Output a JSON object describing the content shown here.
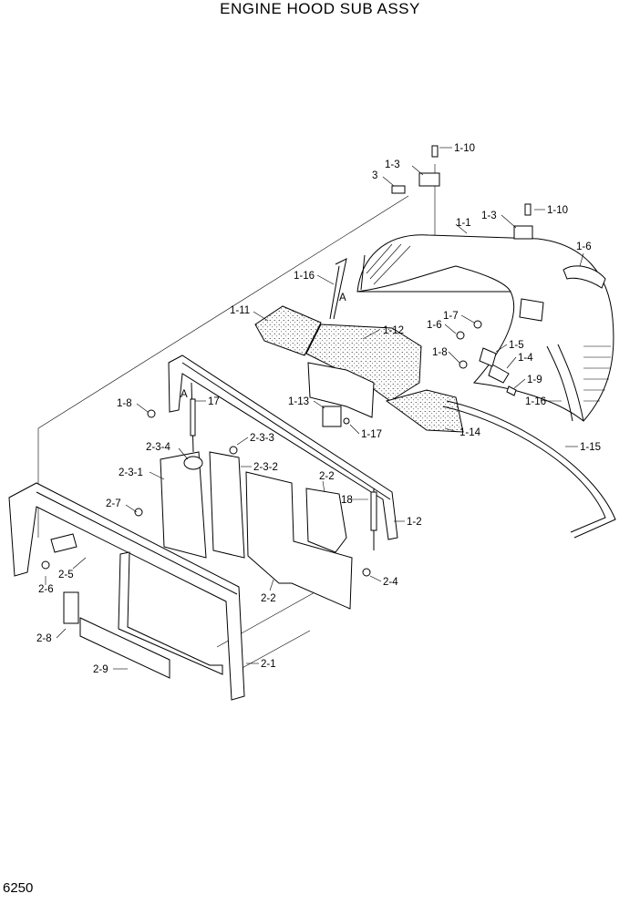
{
  "title": "ENGINE HOOD SUB ASSY",
  "page_number": "6250",
  "detail_marker": "A",
  "callouts": [
    {
      "id": "c-1-10a",
      "label": "1-10"
    },
    {
      "id": "c-1-3a",
      "label": "1-3"
    },
    {
      "id": "c-3",
      "label": "3"
    },
    {
      "id": "c-1-3b",
      "label": "1-3"
    },
    {
      "id": "c-1-10b",
      "label": "1-10"
    },
    {
      "id": "c-1-1",
      "label": "1-1"
    },
    {
      "id": "c-1-6a",
      "label": "1-6"
    },
    {
      "id": "c-1-16a",
      "label": "1-16"
    },
    {
      "id": "c-1-11",
      "label": "1-11"
    },
    {
      "id": "c-1-12",
      "label": "1-12"
    },
    {
      "id": "c-1-6b",
      "label": "1-6"
    },
    {
      "id": "c-1-7",
      "label": "1-7"
    },
    {
      "id": "c-1-5",
      "label": "1-5"
    },
    {
      "id": "c-1-8a",
      "label": "1-8"
    },
    {
      "id": "c-1-4",
      "label": "1-4"
    },
    {
      "id": "c-1-9",
      "label": "1-9"
    },
    {
      "id": "c-1-16b",
      "label": "1-16"
    },
    {
      "id": "c-1-8b",
      "label": "1-8"
    },
    {
      "id": "c-17",
      "label": "17"
    },
    {
      "id": "c-1-13",
      "label": "1-13"
    },
    {
      "id": "c-1-17",
      "label": "1-17"
    },
    {
      "id": "c-1-14",
      "label": "1-14"
    },
    {
      "id": "c-1-15",
      "label": "1-15"
    },
    {
      "id": "c-2-3-3",
      "label": "2-3-3"
    },
    {
      "id": "c-2-3-4",
      "label": "2-3-4"
    },
    {
      "id": "c-2-3-2",
      "label": "2-3-2"
    },
    {
      "id": "c-2-3-1",
      "label": "2-3-1"
    },
    {
      "id": "c-2-2a",
      "label": "2-2"
    },
    {
      "id": "c-18",
      "label": "18"
    },
    {
      "id": "c-2-7",
      "label": "2-7"
    },
    {
      "id": "c-1-2",
      "label": "1-2"
    },
    {
      "id": "c-2-5",
      "label": "2-5"
    },
    {
      "id": "c-2-4",
      "label": "2-4"
    },
    {
      "id": "c-2-6",
      "label": "2-6"
    },
    {
      "id": "c-2-2b",
      "label": "2-2"
    },
    {
      "id": "c-2-8",
      "label": "2-8"
    },
    {
      "id": "c-2-1",
      "label": "2-1"
    },
    {
      "id": "c-2-9",
      "label": "2-9"
    }
  ]
}
